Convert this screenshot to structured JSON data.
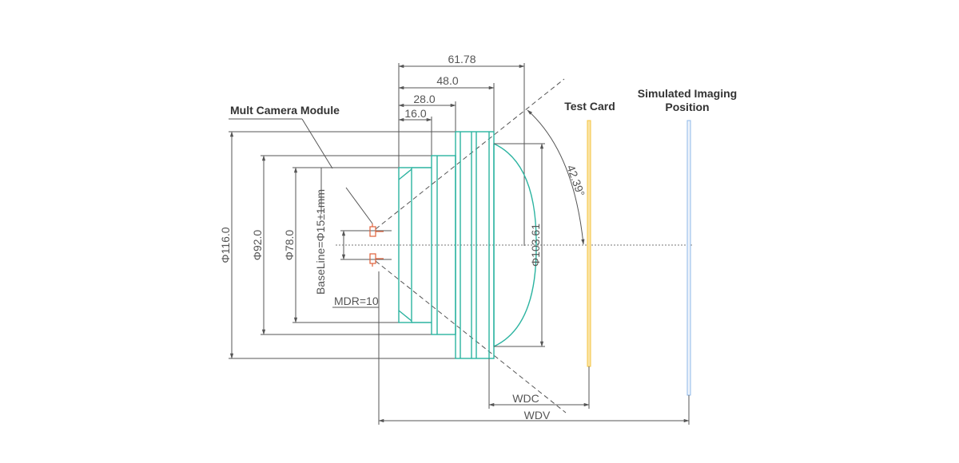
{
  "labels": {
    "module": "Mult Camera Module",
    "test_card": "Test Card",
    "sim_line1": "Simulated Imaging",
    "sim_line2": "Position"
  },
  "dimensions": {
    "d_61_78": "61.78",
    "d_48_0": "48.0",
    "d_28_0": "28.0",
    "d_16_0": "16.0",
    "phi_116": "Φ116.0",
    "phi_92": "Φ92.0",
    "phi_78": "Φ78.0",
    "phi_103": "Φ103.61",
    "baseline": "BaseLine=Φ15±1mm",
    "mdr": "MDR=10",
    "angle": "42.39°",
    "wdc": "WDC",
    "wdv": "WDV"
  },
  "colors": {
    "lens": "#2bb3a0",
    "test_card": "#f5c542",
    "imaging_plane": "#8fb8e8",
    "camera": "#e0603a"
  }
}
